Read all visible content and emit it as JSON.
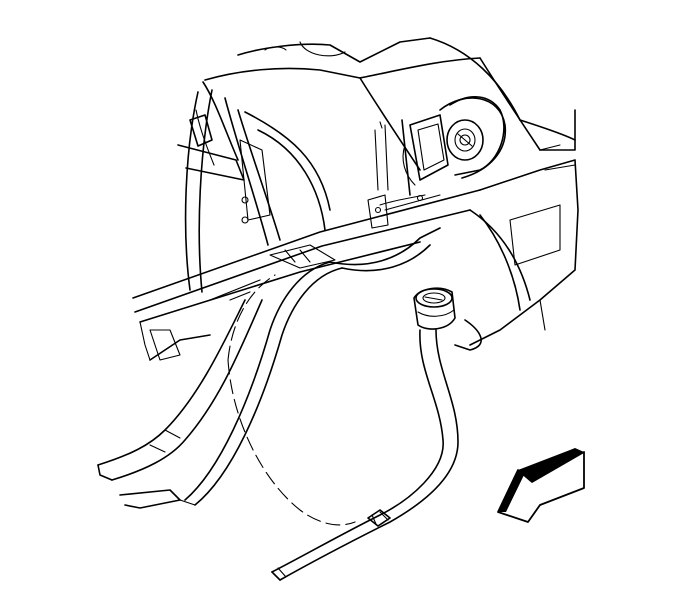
{
  "figure": {
    "background": "#ffffff",
    "line_color": "#000000",
    "components": [
      {
        "id": "body-quarter-panel",
        "role": "vehicle body structure"
      },
      {
        "id": "wheelhouse-opening",
        "role": "rear wheel opening (dashed hidden line)"
      },
      {
        "id": "fuel-filler-door-housing",
        "role": "fuel fill door pocket"
      },
      {
        "id": "fuel-fill-pipe",
        "role": "fuel tank filler pipe with neck"
      },
      {
        "id": "mounting-bracket",
        "role": "pipe bracket / clip"
      },
      {
        "id": "direction-arrow",
        "role": "view orientation arrow"
      }
    ]
  }
}
